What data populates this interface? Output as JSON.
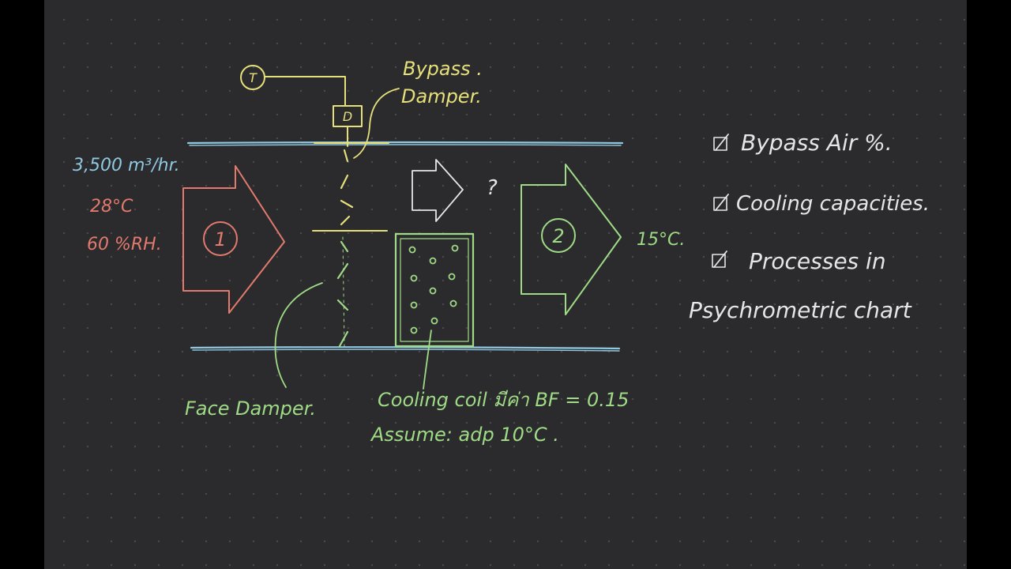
{
  "colors": {
    "board": "#2b2b2d",
    "duct": "#8fc8e0",
    "inlet": "#e27a6e",
    "outlet_and_coil": "#9fdb86",
    "control": "#e6e07a",
    "notes": "#c9e4f0",
    "flow_label": "#8fc8e0"
  },
  "icons": {
    "thermostat": "thermostat-icon",
    "damper_actuator": "damper-actuator-icon",
    "checkbox": "checkbox-checked-icon"
  },
  "labels": {
    "thermostat": "T",
    "actuator": "D",
    "bypass_damper_line1": "Bypass .",
    "bypass_damper_line2": "Damper.",
    "flow_rate": "3,500 m³/hr.",
    "temp_in": "28°C",
    "rh_in": "60 %RH.",
    "state_1": "1",
    "state_2": "2",
    "bypass_unknown": "?",
    "temp_out": "15°C.",
    "face_damper": "Face Damper.",
    "coil_line1": "Cooling coil มีค่า BF = 0.15",
    "coil_line2": "Assume: adp  10°C ."
  },
  "checklist": [
    {
      "checked": true,
      "text": "Bypass Air %."
    },
    {
      "checked": true,
      "text": "Cooling capacities."
    },
    {
      "checked": true,
      "text": "Processes in"
    }
  ],
  "checklist_continuation": "Psychrometric chart"
}
